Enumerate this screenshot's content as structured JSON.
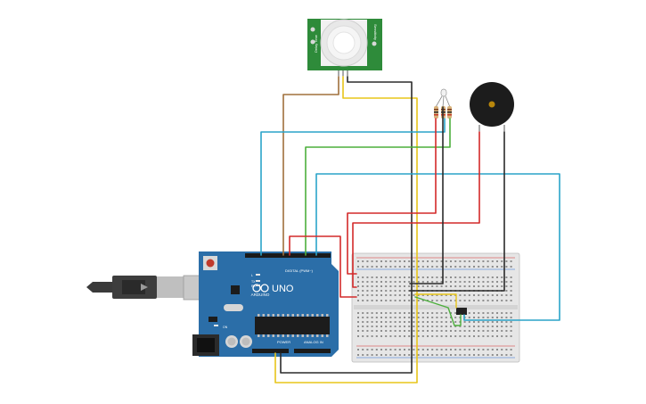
{
  "board": {
    "brand": "ARDUINO",
    "model": "UNO",
    "digital_label": "DIGITAL (PWM~)",
    "power_label": "POWER",
    "analog_label": "ANALOG IN",
    "tx_label": "TX",
    "rx_label": "RX",
    "l_label": "L",
    "on_label": "ON"
  },
  "pir": {
    "left_label": "Delay Time",
    "right_label": "Sensitivity"
  },
  "colors": {
    "wire_brown": "#a0703c",
    "wire_yellow": "#e8c51a",
    "wire_black": "#2b2b2b",
    "wire_blue": "#2aa4c9",
    "wire_green": "#4caf3c",
    "wire_red": "#d42a2a",
    "board": "#2b6ea8",
    "pir_pcb": "#2e8b3a",
    "breadboard": "#e4e4e4"
  }
}
